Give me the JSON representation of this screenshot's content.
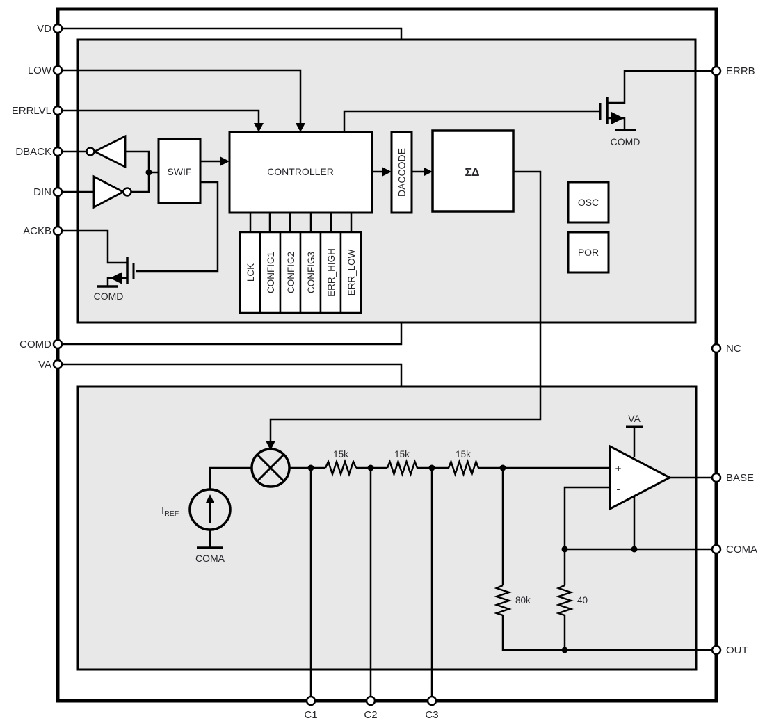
{
  "diagram": {
    "pins_left": [
      "VD",
      "LOW",
      "ERRLVL",
      "DBACK",
      "DIN",
      "ACKB",
      "COMD",
      "VA"
    ],
    "pins_right": [
      "ERRB",
      "NC",
      "BASE",
      "COMA",
      "OUT"
    ],
    "pins_bottom": [
      "C1",
      "C2",
      "C3"
    ],
    "blocks": {
      "swif": "SWIF",
      "controller": "CONTROLLER",
      "daccode": "DACCODE",
      "sigma_delta": "ΣΔ",
      "osc": "OSC",
      "por": "POR"
    },
    "registers": [
      "LCK",
      "CONFIG1",
      "CONFIG2",
      "CONFIG3",
      "ERR_HIGH",
      "ERR_LOW"
    ],
    "resistors": {
      "r1": "15k",
      "r2": "15k",
      "r3": "15k",
      "r_feedback": "80k",
      "r_sense": "40"
    },
    "grounds": {
      "comd_errb": "COMD",
      "comd_ackb": "COMD",
      "coma_iref": "COMA"
    },
    "supplies": {
      "va_opamp": "VA"
    },
    "current_source": {
      "symbol": "I",
      "subscript": "REF"
    },
    "opamp": {
      "plus": "+",
      "minus": "-"
    },
    "colors": {
      "background": "#ffffff",
      "region_fill": "#e8e8e8",
      "line": "#000000",
      "text": "#26262b"
    }
  }
}
